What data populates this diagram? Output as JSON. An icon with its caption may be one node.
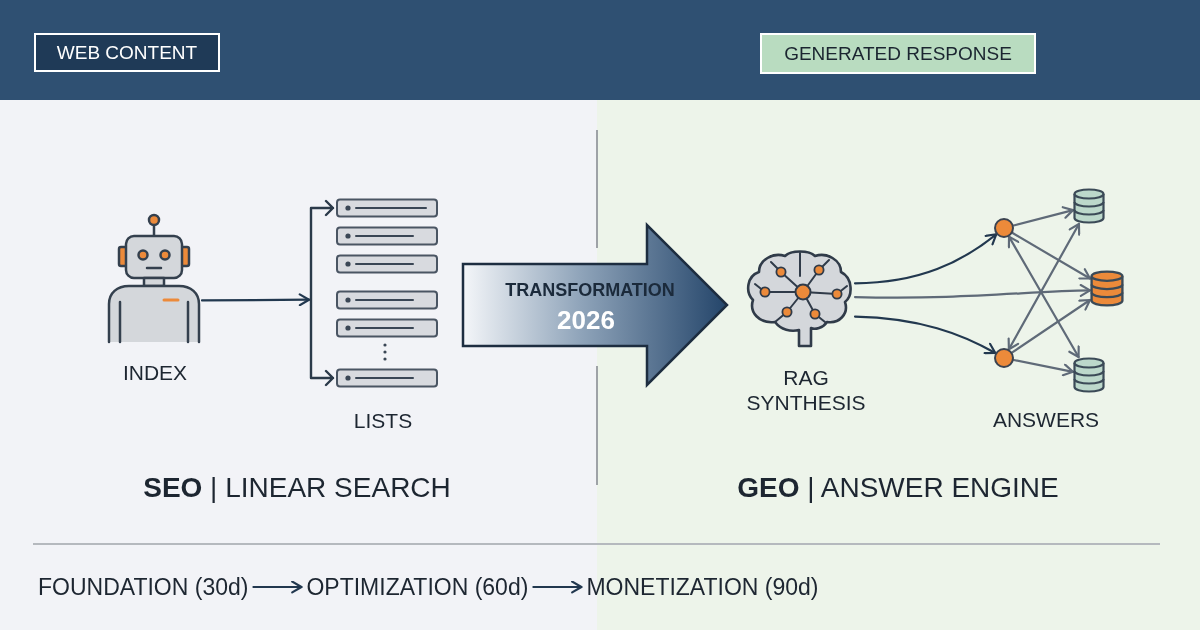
{
  "diagram": {
    "nodes": [
      {
        "text": [
          "WEB CONTENT"
        ]
      },
      {
        "text": [
          "GENERATED RESPONSE"
        ]
      },
      {
        "text": [],
        "shape": "picture",
        "beside": [
          "INDEX"
        ]
      },
      {
        "text": [],
        "shape": "picture",
        "beside": [
          "LISTS"
        ]
      },
      {
        "text": [
          "TRANSFORMATION",
          "2026"
        ]
      },
      {
        "text": [],
        "shape": "picture",
        "beside": [
          "RAG SYNTHESIS"
        ]
      },
      {
        "text": [],
        "shape": "circle"
      },
      {
        "text": [],
        "shape": "cylinder"
      },
      {
        "text": [],
        "shape": "cylinder"
      },
      {
        "text": [],
        "shape": "circle"
      },
      {
        "text": [],
        "shape": "cylinder"
      },
      {
        "text": [
          "FOUNDATION (30d)"
        ]
      },
      {
        "text": [
          "OPTIMIZATION (60d)"
        ]
      },
      {
        "text": [
          "MONETIZATION (90d)"
        ]
      }
    ],
    "edges": [
      {
        "from": 2,
        "to": 3,
        "arrow": "to",
        "color": "#22384f"
      },
      {
        "from": 5,
        "to": 6,
        "arrow": "to",
        "color": "#22384f"
      },
      {
        "from": 5,
        "to": 8,
        "arrow": "to"
      },
      {
        "from": 5,
        "to": 9,
        "arrow": "to",
        "color": "#22384f"
      },
      {
        "from": 6,
        "to": 7,
        "arrow": "to"
      },
      {
        "from": 6,
        "to": 8,
        "arrow": "to"
      },
      {
        "from": 6,
        "to": 10,
        "arrow": "both"
      },
      {
        "from": 9,
        "to": 7,
        "arrow": "both"
      },
      {
        "from": 9,
        "to": 8,
        "arrow": "to"
      },
      {
        "from": 9,
        "to": 10,
        "arrow": "to"
      },
      {
        "from": 11,
        "to": 12,
        "arrow": "to",
        "color": "#22384f"
      },
      {
        "from": 12,
        "to": 13,
        "arrow": "to",
        "color": "#22384f"
      },
      {
        "from": 3,
        "to": 5,
        "arrow": "to",
        "style": "thick"
      }
    ],
    "labels": [
      "ANSWERS",
      "**SEO** | LINEAR SEARCH",
      "**GEO** | ANSWER ENGINE"
    ]
  }
}
